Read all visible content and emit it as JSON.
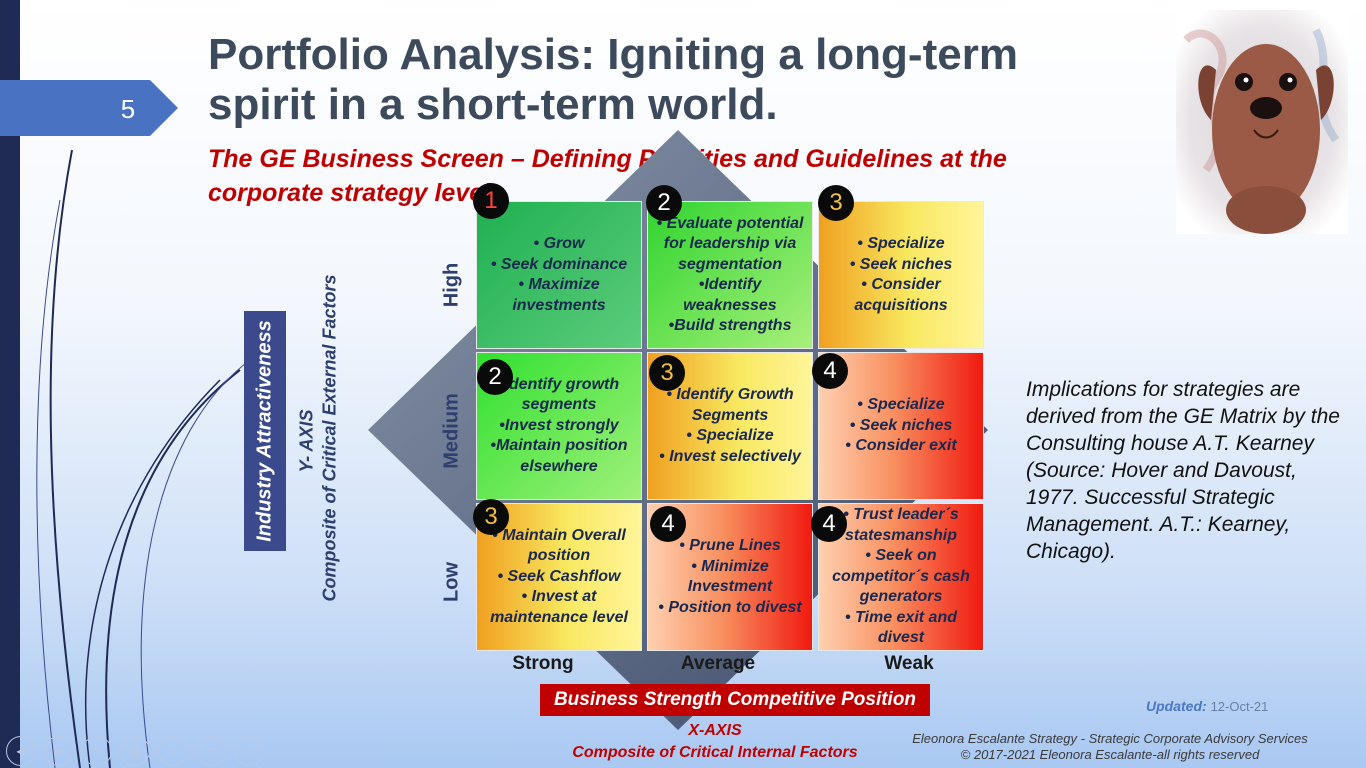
{
  "slide": {
    "number": "5"
  },
  "header": {
    "title": "Portfolio Analysis: Igniting a long-term spirit in a short-term world.",
    "subtitle": "The GE Business Screen – Defining Priorities and Guidelines at the corporate strategy level"
  },
  "y_axis": {
    "label": "Industry Attractiveness",
    "axis": "Y- AXIS",
    "description": "Composite of Critical External Factors",
    "rows": [
      "High",
      "Medium",
      "Low"
    ]
  },
  "x_axis": {
    "label": "Business Strength Competitive Position",
    "axis": "X-AXIS",
    "description": "Composite of Critical Internal Factors",
    "columns": [
      "Strong",
      "Average",
      "Weak"
    ]
  },
  "matrix": {
    "cells": [
      {
        "number": "1",
        "text": "• Grow\n• Seek dominance\n• Maximize investments"
      },
      {
        "number": "2",
        "text": "• Evaluate potential for leadership via segmentation\n•Identify weaknesses\n•Build strengths"
      },
      {
        "number": "3",
        "text": "•  Specialize\n•  Seek niches\n•  Consider acquisitions"
      },
      {
        "number": "2",
        "text": "•Identify growth segments\n•Invest strongly\n•Maintain position elsewhere"
      },
      {
        "number": "3",
        "text": "•  Identify Growth Segments\n•  Specialize\n•  Invest selectively"
      },
      {
        "number": "4",
        "text": "•  Specialize\n•  Seek niches\n•  Consider exit"
      },
      {
        "number": "3",
        "text": "•  Maintain Overall position\n• Seek Cashflow\n• Invest at maintenance level"
      },
      {
        "number": "4",
        "text": "•  Prune Lines\n•  Minimize Investment\n•  Position to divest"
      },
      {
        "number": "4",
        "text": "•  Trust leader´s statesmanship\n•  Seek on competitor´s cash generators\n•  Time exit and divest"
      }
    ]
  },
  "implications": "Implications for strategies are derived from the GE Matrix by the Consulting house A.T. Kearney (Source: Hover and Davoust, 1977. Successful Strategic Management. A.T.: Kearney, Chicago).",
  "updated": {
    "label": "Updated:",
    "date": "12-Oct-21"
  },
  "footer": {
    "line1": "Eleonora Escalante Strategy - Strategic Corporate Advisory Services",
    "line2": "© 2017-2021  Eleonora Escalante-all rights reserved"
  },
  "colors": {
    "title": "#3c4a5c",
    "subtitle": "#c00000",
    "x_axis_box": "#c00000",
    "y_axis_box": "#3a4a8c",
    "cell_green": "#2ec060",
    "cell_lime": "#5ae63a",
    "cell_yellow": "#f6f07a",
    "cell_red": "#f02a1e"
  },
  "icons": [
    "slide-tab-arrow",
    "presenter-controls",
    "dog-portrait"
  ]
}
